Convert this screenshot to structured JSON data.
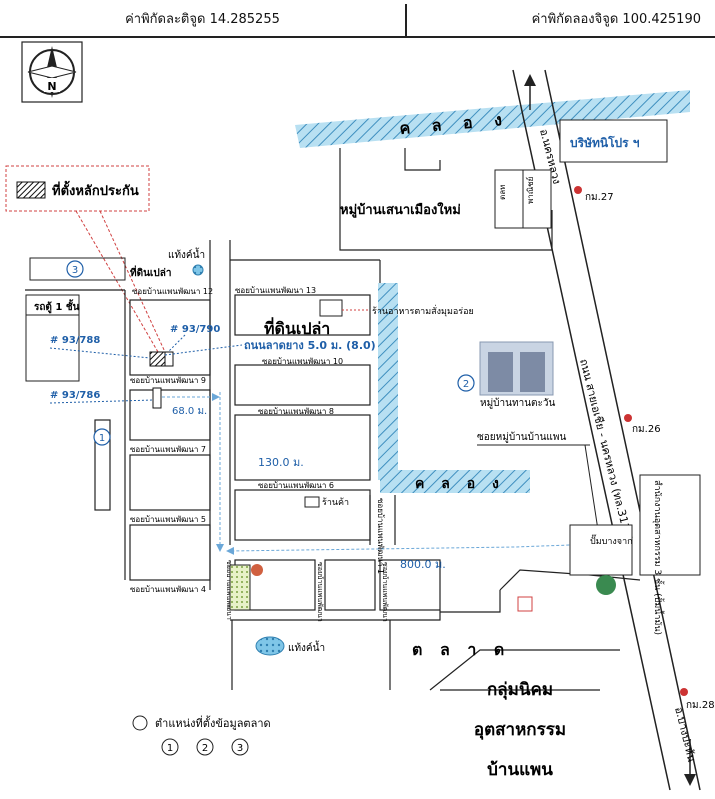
{
  "header": {
    "latitude_label": "ค่าพิกัดละติจูด 14.285255",
    "longitude_label": "ค่าพิกัดลองจิจูด 100.425190"
  },
  "compass": {
    "north_label": "N",
    "icon": "north-arrow-icon"
  },
  "legend": {
    "collateral_label": "ที่ตั้งหลักประกัน"
  },
  "canals": {
    "north": "ค ล อ ง",
    "middle": "ค ล อ ง"
  },
  "roads": {
    "highway_label": "ถนน สายเอเชีย - นครหลวง (ทล.3111)",
    "to_north": "อ.นครหลวง",
    "to_south": "อ.บางปะหัน",
    "soi_ban_phaen": "ซอยหมู่บ้านบ้านแพน",
    "paved_road": "ถนนลาดยาง 5.0 ม. (8.0)"
  },
  "km_markers": [
    "กม.27",
    "กม.26",
    "กม.28"
  ],
  "places": {
    "company": "บริษัทนิโปร ฯ",
    "village_north": "หมู่บ้านเสนาเมืองใหม่",
    "vacant_land_top": "ที่ดินเปล่า",
    "vacant_land_main": "ที่ดินเปล่า",
    "water_tower_top": "แท้งค์น้ำ",
    "water_tower_bottom": "แท้งค์น้ำ",
    "restaurant": "ร้านอาหารตามสั่งมุมอร่อย",
    "village_east": "หมู่บ้านทานตะวัน",
    "shop": "ร้านค้า",
    "market": "ต ล า ด",
    "gas_station": "ปั๊มบางจาก",
    "minibus": "รถตู้ 1 ชั้น",
    "industrial": [
      "กลุ่มนิคม",
      "อุตสาหกรรม",
      "บ้านแพน"
    ],
    "gov_office": "สำนักงานอุตสาหกรรม 3 ชั้น (ปั้มน้ำมัน)",
    "tiny_box1": "ตลท",
    "tiny_box2": "พาณิชย์"
  },
  "sois": {
    "soi12": "ซอยบ้านแพนพัฒนา 12",
    "soi13": "ซอยบ้านแพนพัฒนา 13",
    "soi9": "ซอยบ้านแพนพัฒนา 9",
    "soi10": "ซอยบ้านแพนพัฒนา 10",
    "soi8": "ซอยบ้านแพนพัฒนา 8",
    "soi7": "ซอยบ้านแพนพัฒนา 7",
    "soi6": "ซอยบ้านแพนพัฒนา 6",
    "soi5": "ซอยบ้านแพนพัฒนา 5",
    "soi4": "ซอยบ้านแพนพัฒนา 4",
    "soi1": "ซอยบ้านแพนพัฒนา 1",
    "v1": "ซอยบ้านแพนพัฒนา",
    "v2": "ซอยบ้านแพนพัฒนา",
    "v3": "ซอยบ้านแพนพัฒนา"
  },
  "parcels": {
    "p1": "# 93/790",
    "p2": "# 93/788",
    "p3": "# 93/786"
  },
  "distances": {
    "d1": "68.0 ม.",
    "d2": "130.0 ม.",
    "d3": "800.0 ม."
  },
  "markers": {
    "m1": "1",
    "m2": "2",
    "m3": "3"
  },
  "market_legend": {
    "title": "ตำแหน่งที่ตั้งข้อมูลตลาด",
    "items": [
      "1",
      "2",
      "3"
    ]
  },
  "colors": {
    "canal": "#9fd4ea",
    "canal_hatch": "#3f8fbf",
    "route_blue": "#1f5fa8",
    "legend_red": "#d04040",
    "route_arrow": "#6aa7d8"
  }
}
